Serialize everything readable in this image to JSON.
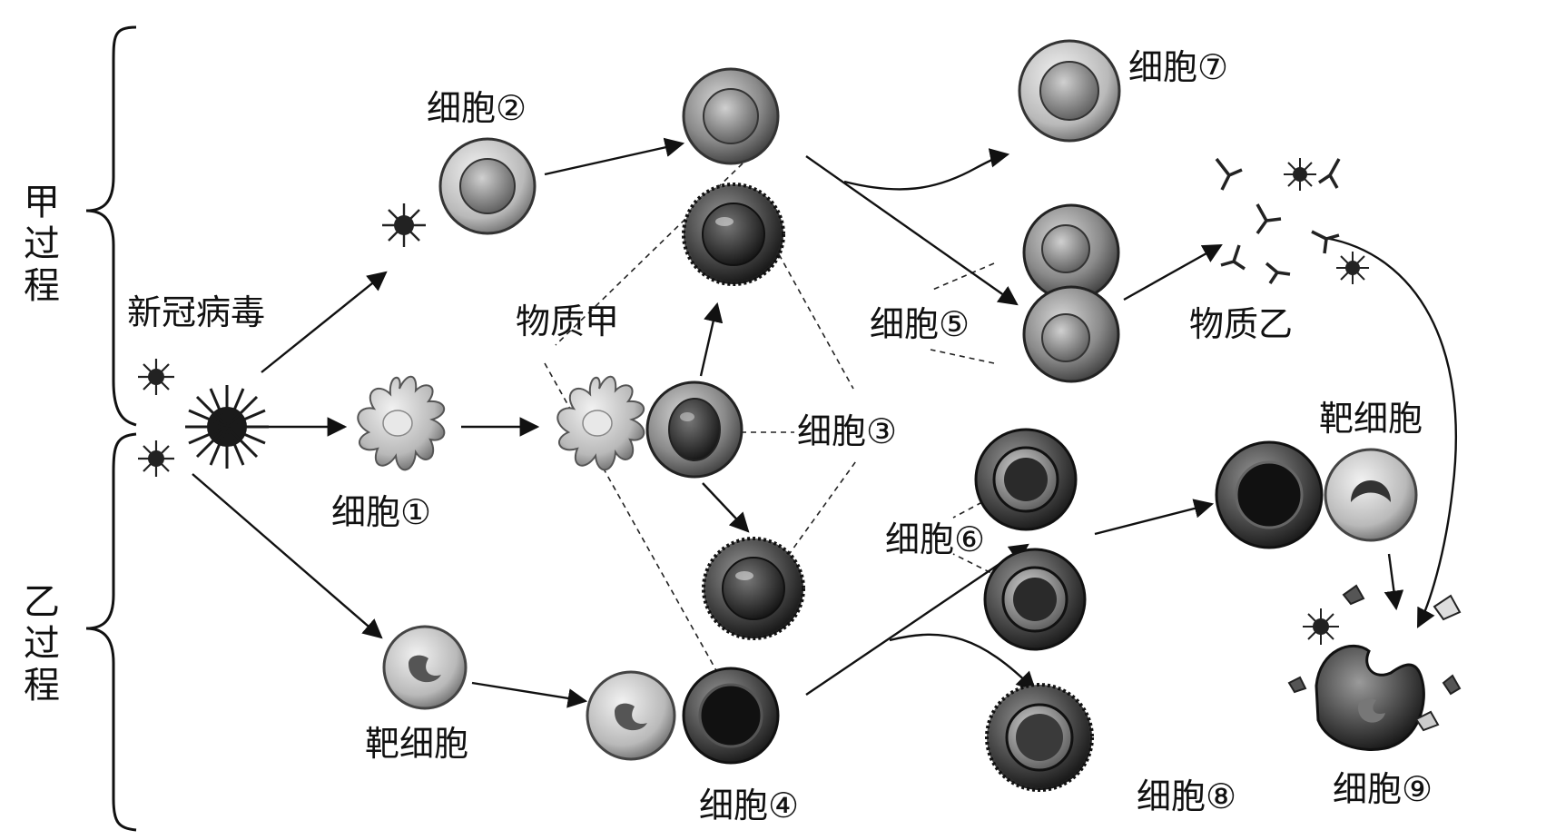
{
  "process": {
    "jia": "甲\n过\n程",
    "yi": "乙\n过\n程"
  },
  "labels": {
    "virus": "新冠病毒",
    "cell1": "细胞①",
    "cell2": "细胞②",
    "cell3": "细胞③",
    "cell4": "细胞④",
    "cell5": "细胞⑤",
    "cell6": "细胞⑥",
    "cell7": "细胞⑦",
    "cell8": "细胞⑧",
    "cell9": "细胞⑨",
    "target_left": "靶细胞",
    "target_right": "靶细胞",
    "substance_jia": "物质甲",
    "substance_yi": "物质乙"
  }
}
